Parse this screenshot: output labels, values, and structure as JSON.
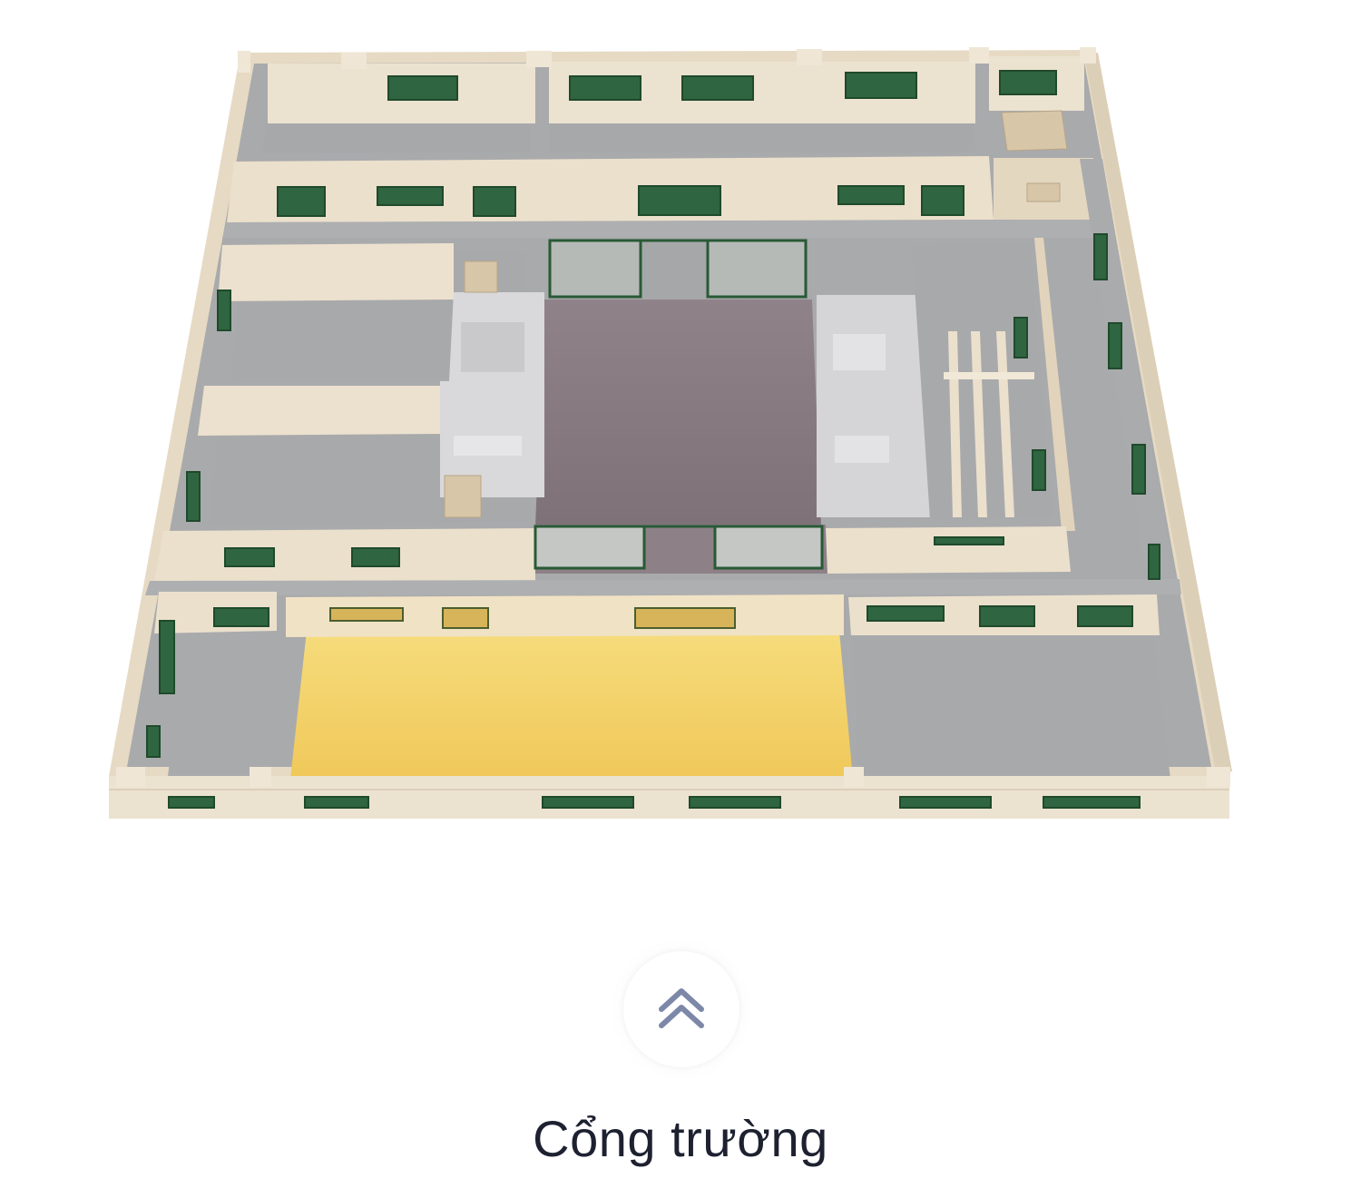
{
  "floor_plan": {
    "view": "3d-isometric-floor-plan",
    "highlighted_room": "front-center-classroom"
  },
  "controls": {
    "expand_icon": "double-chevron-up-icon"
  },
  "location": {
    "label": "Cổng trường"
  },
  "colors": {
    "wall": "#e8dcc8",
    "floor": "#a8a9ab",
    "courtyard": "#877a80",
    "window_frame": "#2c5e3a",
    "highlight": "#f2cf66",
    "chevron": "#7d88a8",
    "label_text": "#1d2130"
  }
}
